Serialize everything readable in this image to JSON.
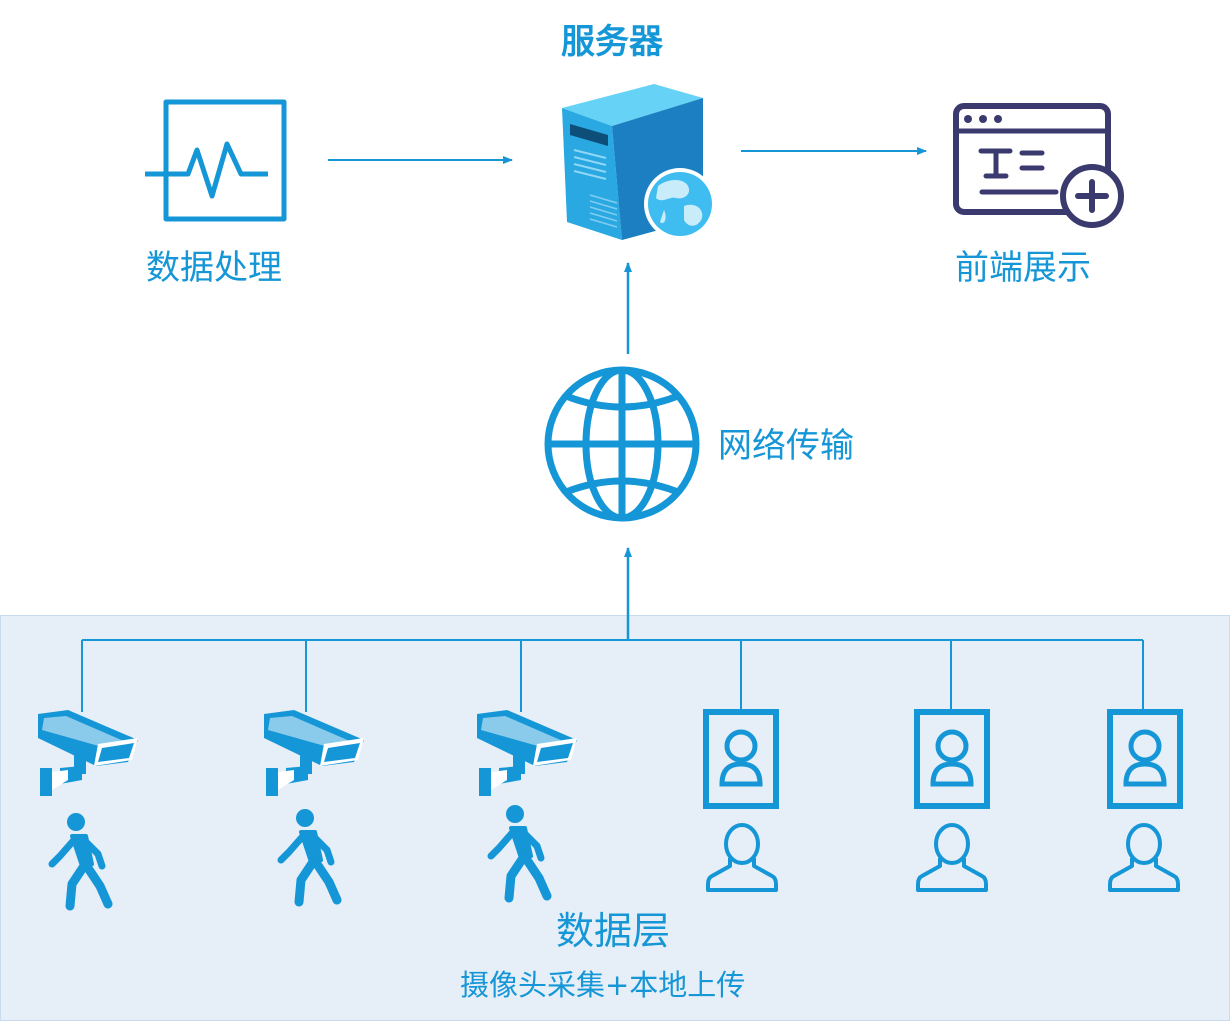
{
  "server": {
    "title": "服务器"
  },
  "nodes": {
    "data_processing": "数据处理",
    "frontend_display": "前端展示",
    "network": "网络传输"
  },
  "data_layer": {
    "title": "数据层",
    "subtitle": "摄像头采集+本地上传",
    "cameras": 3,
    "id_cards": 3
  },
  "colors": {
    "accent": "#1596d6",
    "panel_bg": "#e6eef7",
    "server_dark": "#1a7fc0",
    "server_light": "#3cc4f0",
    "display_icon": "#3b3a6e"
  },
  "icons": [
    "waveform-icon",
    "server-icon",
    "browser-add-icon",
    "globe-icon",
    "cctv-camera-icon",
    "walking-person-icon",
    "id-card-icon",
    "person-outline-icon"
  ]
}
